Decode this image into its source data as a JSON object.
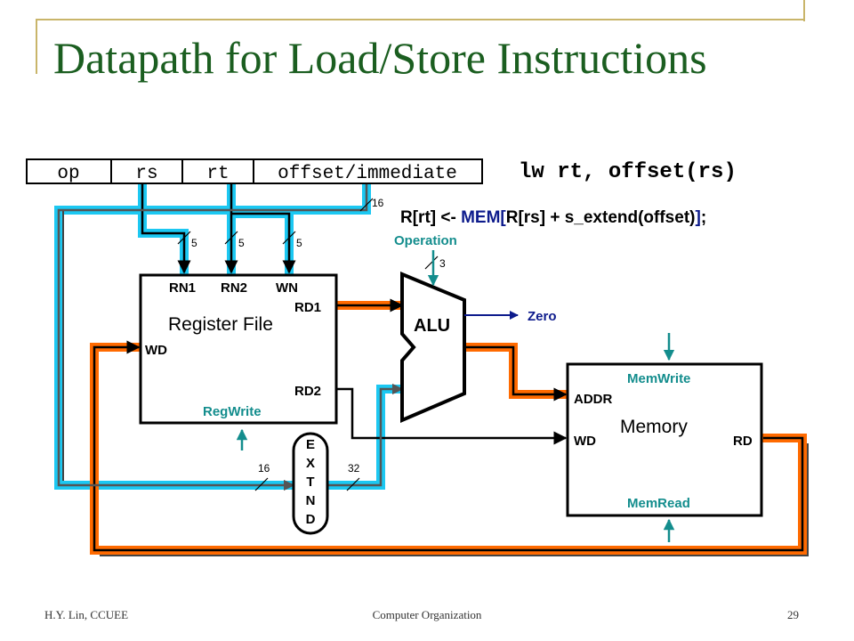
{
  "title": "Datapath for Load/Store Instructions",
  "instruction": {
    "fields": [
      "op",
      "rs",
      "rt",
      "offset/immediate"
    ],
    "asm": "lw rt, offset(rs)",
    "rtl_pre": "R[rt] <- ",
    "rtl_mem": "MEM[",
    "rtl_mid": "R[rs] + s_extend(offset)",
    "rtl_close": "]",
    "rtl_end": ";"
  },
  "bus_widths": {
    "rs": "5",
    "rt1": "5",
    "rt2": "5",
    "offset": "16",
    "op": "3",
    "ext_in": "16",
    "ext_out": "32"
  },
  "register_file": {
    "name": "Register File",
    "ports": [
      "RN1",
      "RN2",
      "WN",
      "RD1",
      "RD2",
      "WD"
    ],
    "control": "RegWrite"
  },
  "alu": {
    "name": "ALU",
    "control": "Operation",
    "output": "Zero"
  },
  "memory": {
    "name": "Memory",
    "ports": [
      "ADDR",
      "WD",
      "RD"
    ],
    "control_write": "MemWrite",
    "control_read": "MemRead"
  },
  "extend": {
    "letters": [
      "E",
      "X",
      "T",
      "N",
      "D"
    ]
  },
  "colors": {
    "path_orange": "#ff6a00",
    "path_cyan": "#1cc8f2",
    "wire_grey": "#555555",
    "control": "#138d8d",
    "navy": "#0d1b8c",
    "title_green": "#1b5e20"
  },
  "footer": {
    "left": "H.Y. Lin, CCUEE",
    "center": "Computer Organization",
    "right": "29"
  }
}
